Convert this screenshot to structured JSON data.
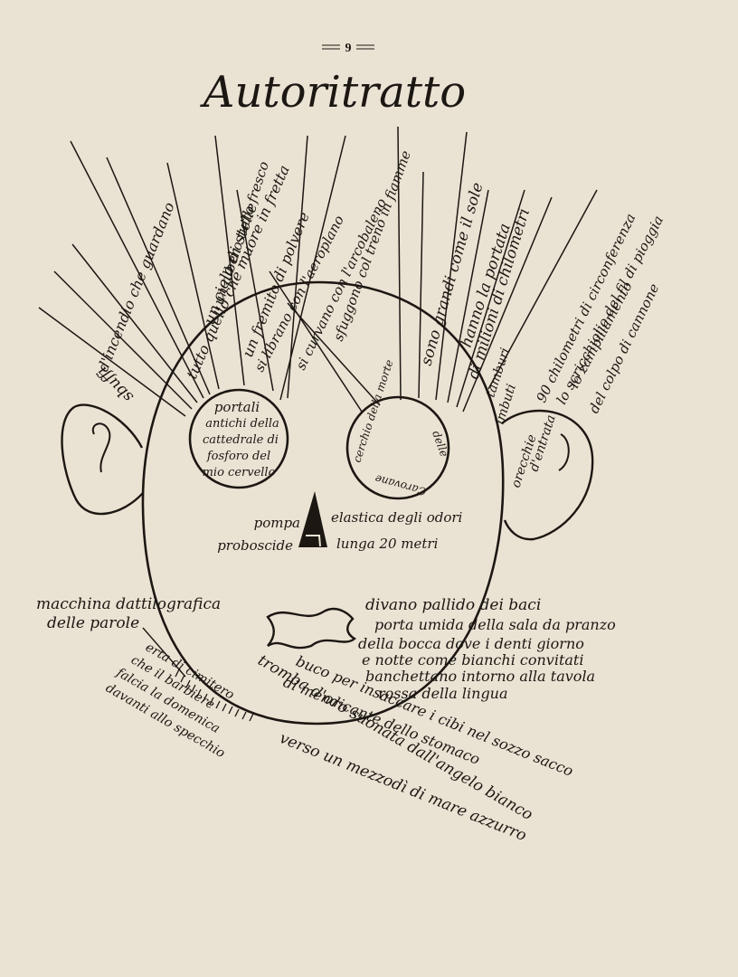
{
  "page_number": "9",
  "title": "Autoritratto",
  "rays": [
    "sbuffi",
    "d'incendio che guardano",
    "tutto quello che muore in fretta",
    "un cielo di stelle",
    "un albero tutto fresco",
    "un fremito di polvere",
    "si librano con l'aeroplano",
    "si curvano con l'arcobaleno",
    "sfuggono col treno in fiamme",
    "sono grandi come il sole",
    "hanno la portata",
    "di milioni di chilometri"
  ],
  "left_eye": [
    "portali",
    "antichi della",
    "cattedrale di",
    "fosforo del",
    "mio cervello"
  ],
  "right_eye": [
    "cerchio della morte",
    "delle",
    "Carovane"
  ],
  "ear_text": [
    "tamburi",
    "imbuti"
  ],
  "temple_lines": [
    "90 chilometri di circonferenza",
    "lo scricchiolio del fil di pioggia",
    "lo zampillamento",
    "del colpo di cannone"
  ],
  "right_ear": [
    "orecchie",
    "d'entrata"
  ],
  "nose": {
    "left_top": "pompa",
    "right_top": "elastica degli odori",
    "left_bottom": "proboscide",
    "right_bottom": "lunga 20 metri"
  },
  "left_caption": [
    "macchina dattilografica",
    "delle parole"
  ],
  "mouth_text": [
    "divano pallido dei baci",
    "porta umida della sala da pranzo",
    "della bocca dove i denti giorno",
    "e notte come bianchi convitati",
    "banchettano intorno alla tavola",
    "rossa della lingua"
  ],
  "chin_left": [
    "erta di cimitero",
    "che il barbiere",
    "falcia la domenica",
    "davanti allo specchio"
  ],
  "throat": [
    "buco per insaccare i cibi nel sozzo sacco",
    "di mendicante dello stomaco"
  ],
  "trumpet": [
    "tromba d'oro suonata dall'angelo bianco",
    "verso un mezzodì di mare azzurro"
  ],
  "colors": {
    "paper": "#eae3d4",
    "ink": "#1c1712"
  }
}
